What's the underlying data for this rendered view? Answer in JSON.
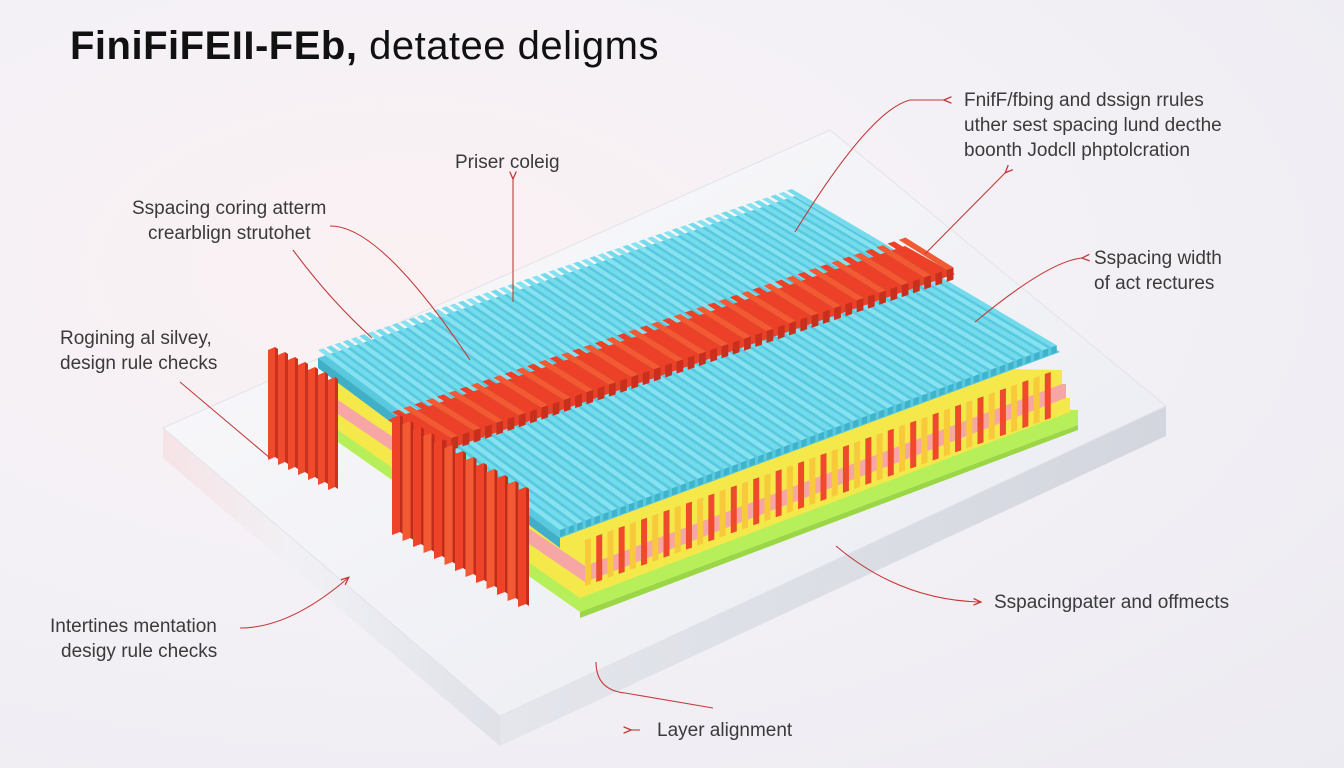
{
  "title": {
    "bold_part": "FiniFiFEII-FEb,",
    "rest": " detatee deligms"
  },
  "labels": {
    "top_center": [
      "Priser coleig"
    ],
    "top_left": [
      "Sspacing coring atterm",
      "crearblign strutohet"
    ],
    "left": [
      "Rogining al silvey,",
      "design rule checks"
    ],
    "bottom_left": [
      "Intertines mentation",
      "desigy rule checks"
    ],
    "bottom_center": [
      "Layer alignment"
    ],
    "top_right": [
      "FnifF/fbing and dssign rrules",
      "uther sest spacing lund decthe",
      "boonth Jodcll phptolcration"
    ],
    "right": [
      "Sspacing width",
      "of act rectures"
    ],
    "bottom_right": [
      "Sspacingpater and offmects"
    ]
  },
  "colors": {
    "fin_cyan": "#6fd8ea",
    "fin_red": "#f04a2c",
    "layer_yellow": "#f5e84a",
    "layer_pink": "#f7a6a6",
    "layer_green": "#b6ef5a",
    "substrate": "#f1f2f5",
    "leader_line": "#c43a3a"
  }
}
